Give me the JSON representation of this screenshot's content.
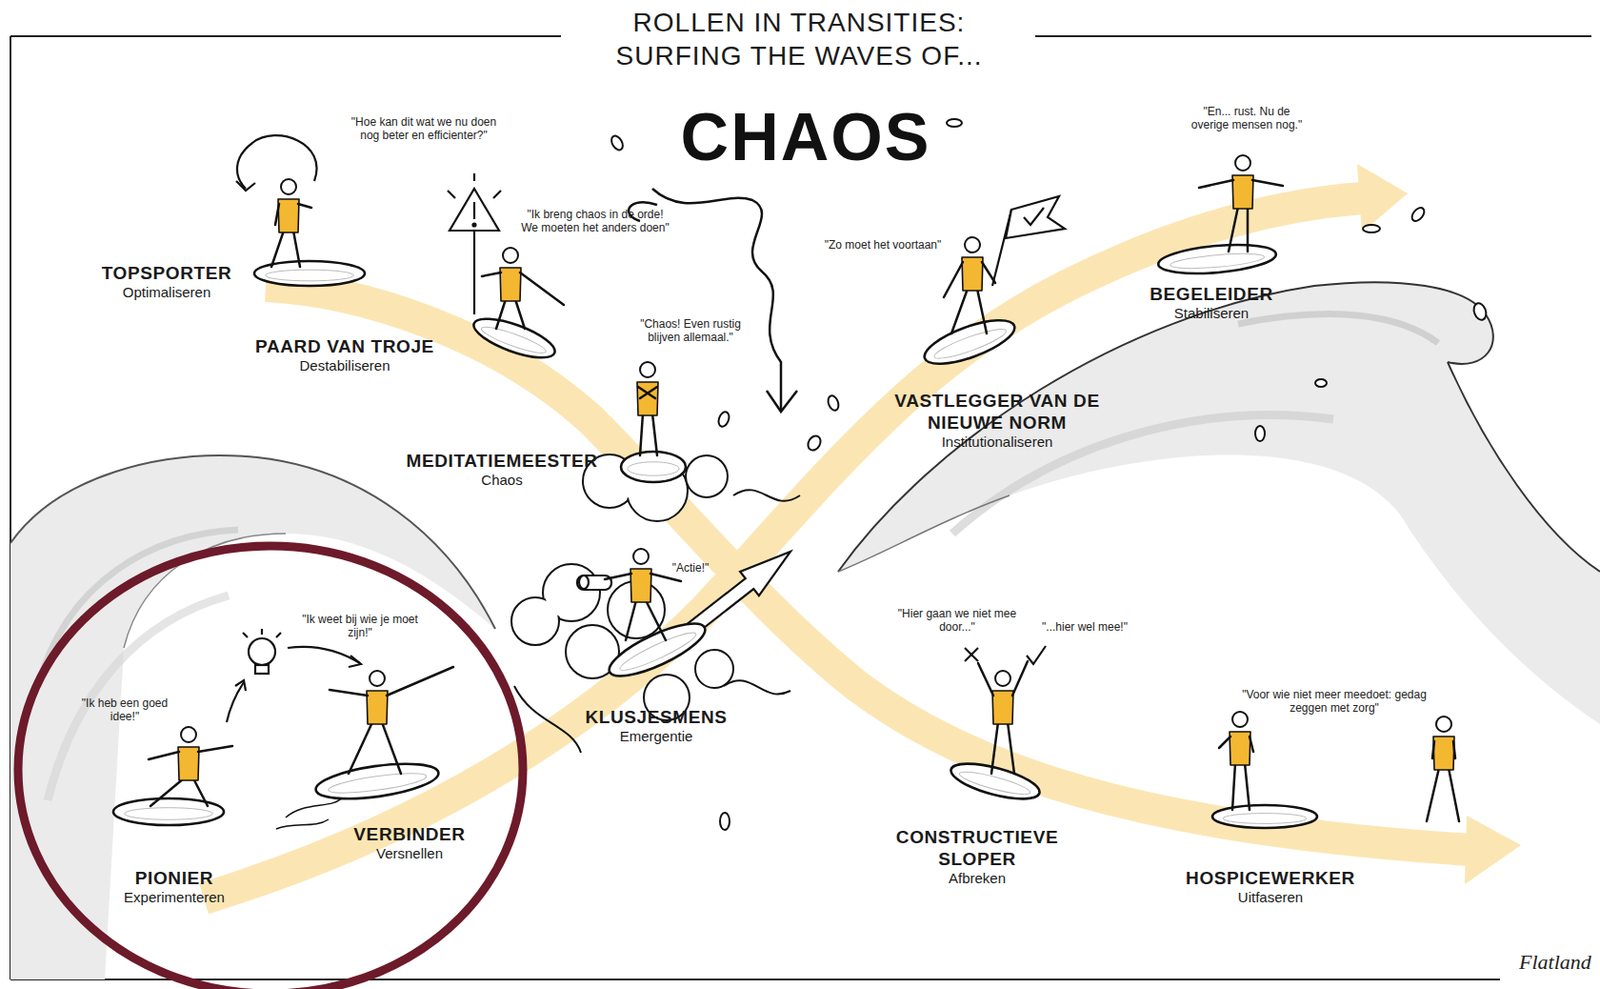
{
  "diagram": {
    "title": "ROLLEN IN TRANSITIES: SURFING THE WAVES OF...",
    "nodes": [
      {
        "text": [
          "TOPSPORTER",
          "Optimaliseren"
        ]
      },
      {
        "text": [
          "PAARD VAN TROJE",
          "Destabiliseren"
        ]
      },
      {
        "text": [
          "MEDITATIEMEESTER",
          "Chaos"
        ]
      },
      {
        "text": [
          "KLUSJESMENS",
          "Emergentie"
        ]
      },
      {
        "text": [
          "VASTLEGGER VAN DE NIEUWE NORM",
          "Institutionaliseren"
        ]
      },
      {
        "text": [
          "BEGELEIDER",
          "Stabiliseren"
        ]
      },
      {
        "text": [
          "PIONIER",
          "Experimenteren"
        ]
      },
      {
        "text": [
          "VERBINDER",
          "Versnellen"
        ]
      },
      {
        "text": [
          "CONSTRUCTIEVE SLOPER",
          "Afbreken"
        ]
      },
      {
        "text": [
          "HOSPICEWERKER",
          "Uitfaseren"
        ]
      }
    ],
    "labels": [
      "CHAOS",
      "\"Hoe kan dit wat we nu doen nog beter en efficienter?\"",
      "\"Ik breng chaos in de orde! We moeten het anders doen\"",
      "\"En... rust. Nu de overige mensen nog.\"",
      "\"Zo moet het voortaan\"",
      "\"Chaos! Even rustig blijven allemaal.\"",
      "\"Actie!\"",
      "\"Ik weet bij wie je moet zijn!\"",
      "\"Ik heb een goed idee!\"",
      "\"Hier gaan we niet mee door...\"",
      "\"...hier wel mee!\"",
      "\"Voor wie niet meer meedoet: gedag zeggen met zorg\"",
      "Flatland"
    ]
  }
}
